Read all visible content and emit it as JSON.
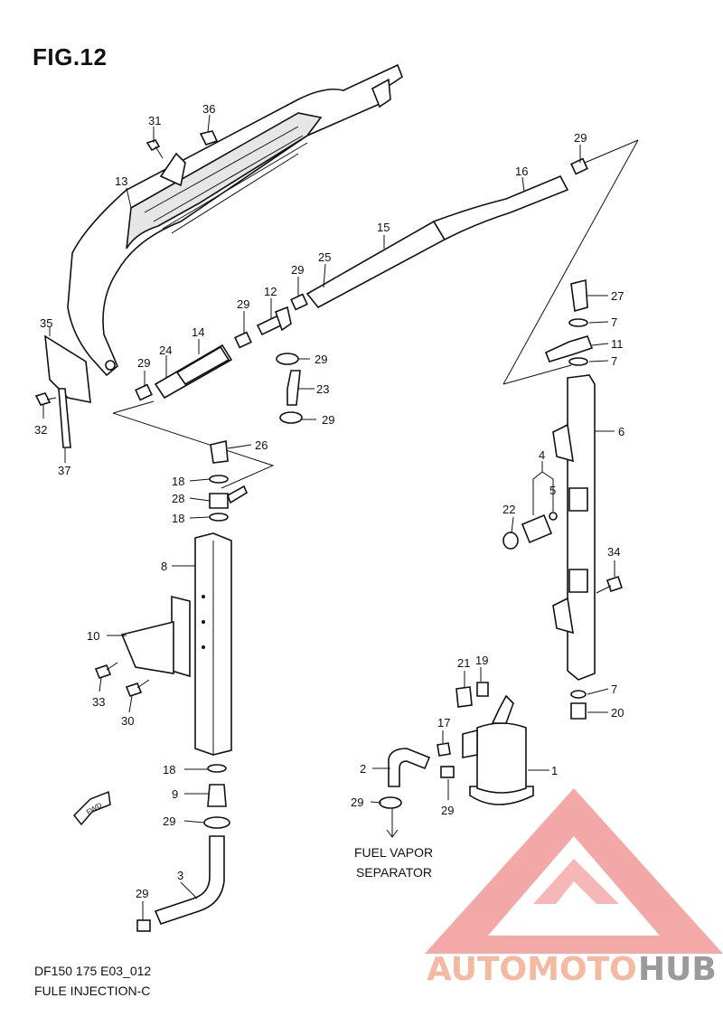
{
  "figure": {
    "title": "FIG.12",
    "code": "DF150 175 E03_012",
    "caption": "FULE INJECTION-C"
  },
  "labels": {
    "p1": "1",
    "p2": "2",
    "p3": "3",
    "p4": "4",
    "p5": "5",
    "p6": "6",
    "p7a": "7",
    "p7b": "7",
    "p7c": "7",
    "p8": "8",
    "p9": "9",
    "p10": "10",
    "p11": "11",
    "p12": "12",
    "p13": "13",
    "p14": "14",
    "p15": "15",
    "p16": "16",
    "p17": "17",
    "p18a": "18",
    "p18b": "18",
    "p18c": "18",
    "p19": "19",
    "p20": "20",
    "p21": "21",
    "p22": "22",
    "p23": "23",
    "p24": "24",
    "p25": "25",
    "p26": "26",
    "p27": "27",
    "p28": "28",
    "p29a": "29",
    "p29b": "29",
    "p29c": "29",
    "p29d": "29",
    "p29e": "29",
    "p29f": "29",
    "p29g": "29",
    "p29h": "29",
    "p29i": "29",
    "p29j": "29",
    "p30": "30",
    "p31": "31",
    "p32": "32",
    "p33": "33",
    "p34": "34",
    "p35": "35",
    "p36": "36",
    "p37": "37"
  },
  "notes": {
    "vapor_line1": "FUEL VAPOR",
    "vapor_line2": "SEPARATOR",
    "fwd_arrow": "FWD"
  },
  "watermark": {
    "part1": "AUTOMOTO",
    "part2": "HUB",
    "color_primary": "#f08080",
    "color_secondary": "#9a9a9a",
    "logo_color": "#ef6b6b"
  }
}
